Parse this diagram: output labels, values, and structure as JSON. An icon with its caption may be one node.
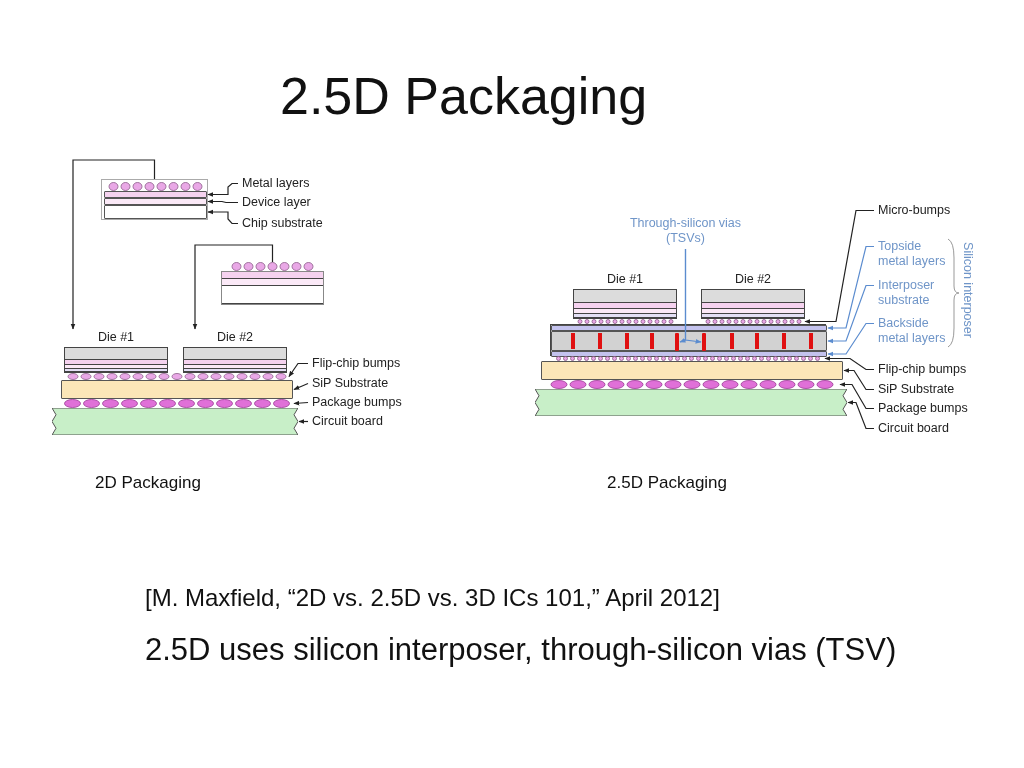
{
  "diagram": {
    "title": "2.5D Packaging",
    "nodes": [
      {
        "text": [
          "Metal layers"
        ]
      },
      {
        "text": [
          "Device layer"
        ]
      },
      {
        "text": [
          "Chip substrate"
        ]
      },
      {
        "text": [],
        "shape": "box"
      },
      {
        "text": [],
        "shape": "bar",
        "in": 3
      },
      {
        "text": [],
        "shape": "bar",
        "in": 3
      },
      {
        "text": [],
        "shape": "bar",
        "in": 3
      },
      {
        "text": [],
        "shape": "box"
      },
      {
        "text": [
          "Die #1"
        ]
      },
      {
        "text": [
          "Die #2"
        ]
      },
      {
        "text": [
          "Flip-chip bumps"
        ]
      },
      {
        "text": [
          "SiP Substrate"
        ]
      },
      {
        "text": [
          "Package bumps"
        ]
      },
      {
        "text": [
          "Circuit board"
        ]
      },
      {
        "text": [],
        "shape": "bar"
      },
      {
        "text": [],
        "shape": "bar"
      },
      {
        "text": [],
        "shape": "bar"
      },
      {
        "text": [],
        "shape": "bar"
      },
      {
        "text": [
          "Through-silicon vias (TSVs)"
        ]
      },
      {
        "text": [
          "Micro-bumps"
        ]
      },
      {
        "text": [
          "Topside metal layers"
        ]
      },
      {
        "text": [
          "Interposer substrate"
        ]
      },
      {
        "text": [
          "Backside metal layers"
        ]
      },
      {
        "text": [
          "Flip-chip bumps"
        ]
      },
      {
        "text": [
          "SiP Substrate"
        ]
      },
      {
        "text": [
          "Package bumps"
        ]
      },
      {
        "text": [
          "Circuit board"
        ]
      },
      {
        "text": [
          "Die #1"
        ]
      },
      {
        "text": [
          "Die #2"
        ]
      },
      {
        "text": [],
        "shape": "bar"
      },
      {
        "text": [],
        "shape": "box"
      },
      {
        "text": [],
        "shape": "bar",
        "in": 30
      },
      {
        "text": [],
        "shape": "bar",
        "in": 30
      },
      {
        "text": [],
        "shape": "bar",
        "in": 32
      },
      {
        "text": [],
        "shape": "bar",
        "in": 32
      },
      {
        "text": [],
        "shape": "bar",
        "in": 30
      },
      {
        "text": [],
        "shape": "bar"
      },
      {
        "text": [],
        "shape": "bar"
      },
      {
        "text": [],
        "shape": "bar"
      },
      {
        "text": [],
        "shape": "bar"
      }
    ],
    "edges": [
      {
        "from": 0,
        "to": 4,
        "arrow": "to"
      },
      {
        "from": 1,
        "to": 5,
        "arrow": "to"
      },
      {
        "from": 2,
        "to": 6,
        "arrow": "to"
      },
      {
        "from": 3,
        "to": 8,
        "arrow": "to"
      },
      {
        "from": 7,
        "to": 9,
        "arrow": "to"
      },
      {
        "from": 10,
        "to": 14,
        "arrow": "to"
      },
      {
        "from": 11,
        "to": 15,
        "arrow": "to"
      },
      {
        "from": 12,
        "to": 16,
        "arrow": "to"
      },
      {
        "from": 13,
        "to": 17,
        "arrow": "to"
      },
      {
        "from": 18,
        "to": 33,
        "arrow": "to",
        "color": "#5b8ccf"
      },
      {
        "from": 18,
        "to": 34,
        "arrow": "to",
        "color": "#5b8ccf"
      },
      {
        "from": 19,
        "to": 29,
        "arrow": "to"
      },
      {
        "from": 20,
        "to": 31,
        "arrow": "to",
        "color": "#5b8ccf"
      },
      {
        "from": 21,
        "to": 32,
        "arrow": "to",
        "color": "#5b8ccf"
      },
      {
        "from": 22,
        "to": 35,
        "arrow": "to",
        "color": "#5b8ccf"
      },
      {
        "from": 23,
        "to": 36,
        "arrow": "to"
      },
      {
        "from": 24,
        "to": 37,
        "arrow": "to"
      },
      {
        "from": 25,
        "to": 38,
        "arrow": "to"
      },
      {
        "from": 26,
        "to": 39,
        "arrow": "to"
      }
    ],
    "labels": [
      "Silicon interposer",
      "2D Packaging",
      "2.5D Packaging",
      "[M. Maxfield, “2D vs. 2.5D vs. 3D ICs 101,” April 2012]",
      "2.5D uses silicon interposer, through-silicon vias (TSV)"
    ]
  }
}
